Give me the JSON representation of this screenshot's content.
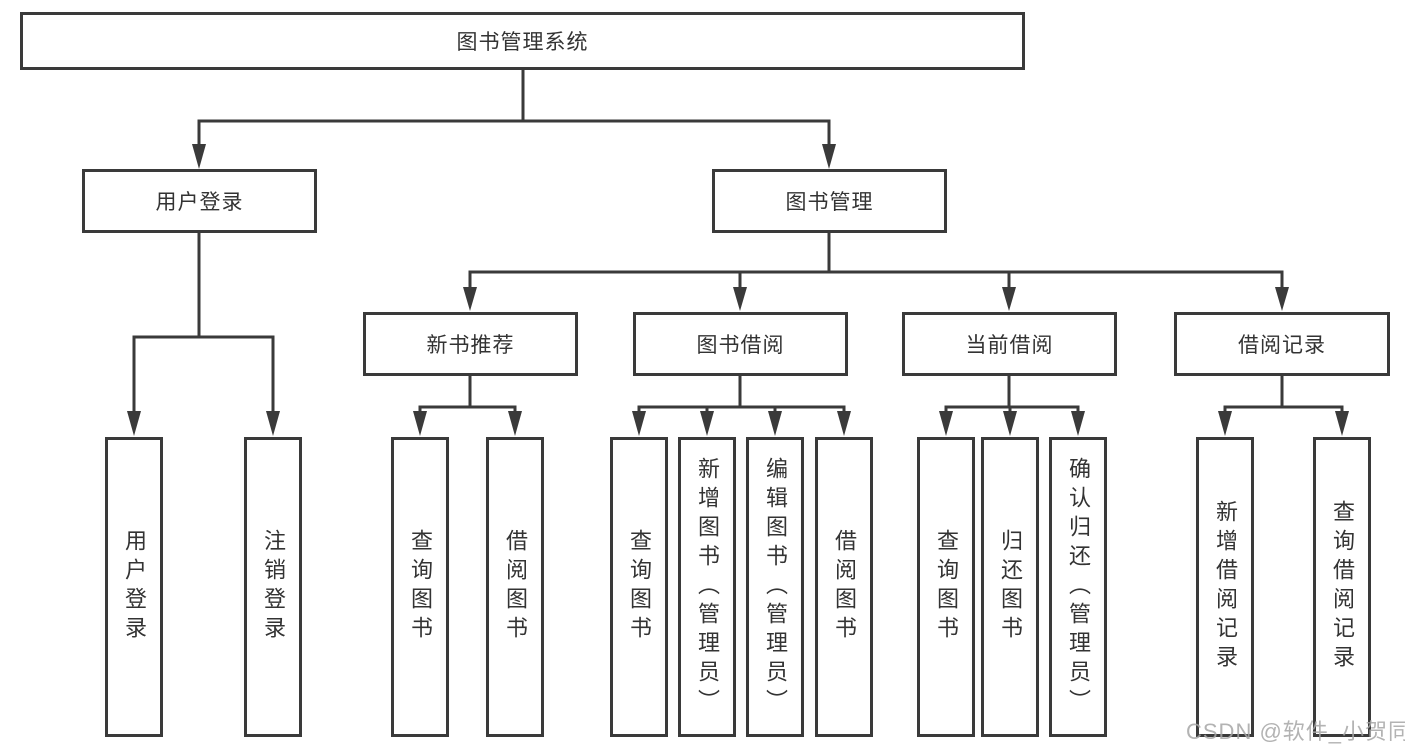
{
  "colors": {
    "line": "#3a3a3a",
    "text": "#333333",
    "background": "#ffffff",
    "watermark": "#a6a6a6"
  },
  "root": {
    "label": "图书管理系统"
  },
  "level1": [
    {
      "label": "用户登录"
    },
    {
      "label": "图书管理"
    }
  ],
  "level2": [
    {
      "label": "新书推荐",
      "parent": "图书管理"
    },
    {
      "label": "图书借阅",
      "parent": "图书管理"
    },
    {
      "label": "当前借阅",
      "parent": "图书管理"
    },
    {
      "label": "借阅记录",
      "parent": "图书管理"
    }
  ],
  "leaves": [
    {
      "label": "用户登录",
      "parent": "用户登录"
    },
    {
      "label": "注销登录",
      "parent": "用户登录"
    },
    {
      "label": "查询图书",
      "parent": "新书推荐"
    },
    {
      "label": "借阅图书",
      "parent": "新书推荐"
    },
    {
      "label": "查询图书",
      "parent": "图书借阅"
    },
    {
      "label": "新增图书（管理员）",
      "parent": "图书借阅"
    },
    {
      "label": "编辑图书（管理员）",
      "parent": "图书借阅"
    },
    {
      "label": "借阅图书",
      "parent": "图书借阅"
    },
    {
      "label": "查询图书",
      "parent": "当前借阅"
    },
    {
      "label": "归还图书",
      "parent": "当前借阅"
    },
    {
      "label": "确认归还（管理员）",
      "parent": "当前借阅"
    },
    {
      "label": "新增借阅记录",
      "parent": "借阅记录"
    },
    {
      "label": "查询借阅记录",
      "parent": "借阅记录"
    }
  ],
  "watermark": "CSDN @软件_小贺同学"
}
